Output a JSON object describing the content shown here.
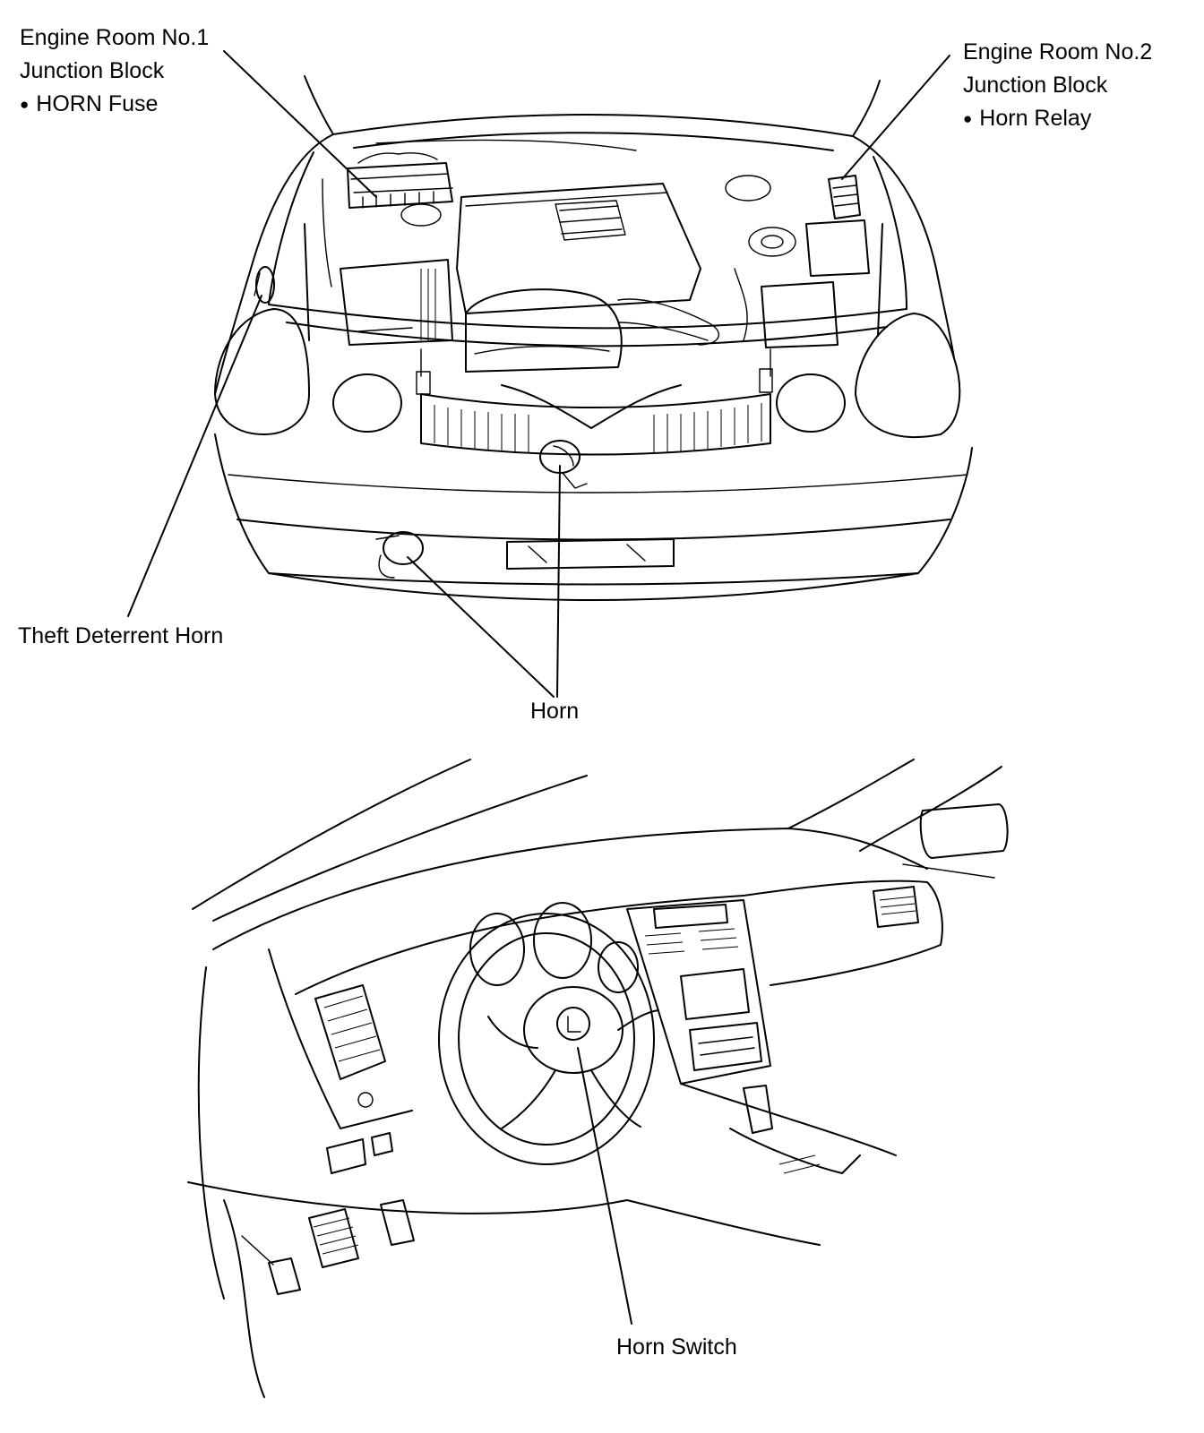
{
  "labels": {
    "engine_room_1": {
      "line1": "Engine Room No.1",
      "line2": "Junction Block",
      "item": "HORN Fuse"
    },
    "engine_room_2": {
      "line1": "Engine Room No.2",
      "line2": "Junction Block",
      "item": "Horn Relay"
    },
    "theft_deterrent_horn": "Theft Deterrent Horn",
    "horn": "Horn",
    "horn_switch": "Horn Switch"
  }
}
